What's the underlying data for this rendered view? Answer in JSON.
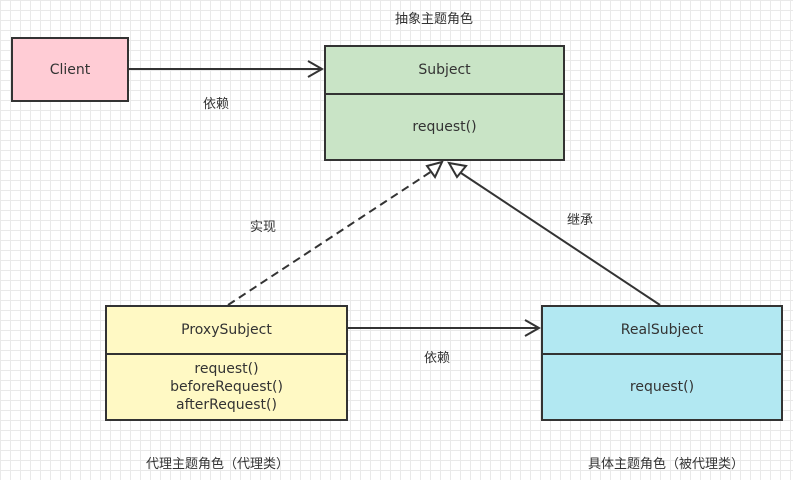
{
  "diagram": {
    "nodes": {
      "client": {
        "name": "Client",
        "fill": "#ffccd5"
      },
      "subject": {
        "name": "Subject",
        "methods": [
          "request()"
        ],
        "fill": "#c9e4c6"
      },
      "proxy": {
        "name": "ProxySubject",
        "methods": [
          "request()",
          "beforeRequest()",
          "afterRequest()"
        ],
        "fill": "#fff9c4"
      },
      "real": {
        "name": "RealSubject",
        "methods": [
          "request()"
        ],
        "fill": "#b2e8f2"
      }
    },
    "labels": {
      "abstract_role": "抽象主题角色",
      "depend_client": "依赖",
      "implement": "实现",
      "inherit": "继承",
      "depend_proxy": "依赖",
      "proxy_role": "代理主题角色（代理类）",
      "real_role": "具体主题角色（被代理类）"
    },
    "edges": [
      {
        "from": "Client",
        "to": "Subject",
        "style": "solid",
        "arrow": "open"
      },
      {
        "from": "ProxySubject",
        "to": "Subject",
        "style": "dashed",
        "arrow": "hollow-triangle"
      },
      {
        "from": "RealSubject",
        "to": "Subject",
        "style": "solid",
        "arrow": "hollow-triangle"
      },
      {
        "from": "ProxySubject",
        "to": "RealSubject",
        "style": "solid",
        "arrow": "open"
      }
    ],
    "line_color": "#333333"
  }
}
